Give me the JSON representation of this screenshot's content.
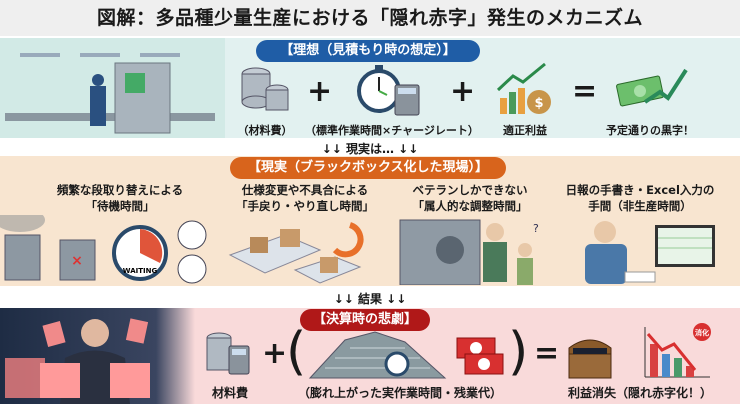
{
  "title": "図解：多品種少量生産における「隠れ赤字」発生のメカニズム",
  "ideal": {
    "heading": "【理想（見積もり時の想定）】",
    "items": [
      "（材料費）",
      "（標準作業時間×チャージレート）",
      "適正利益",
      "予定通りの黒字！"
    ],
    "operators": [
      "+",
      "+",
      "="
    ]
  },
  "transition1": "↓↓ 現実は… ↓↓",
  "reality": {
    "heading": "【現実（ブラックボックス化した現場）】",
    "causes": [
      {
        "line1": "頻繁な段取り替えによる",
        "line2": "「待機時間」"
      },
      {
        "line1": "仕様変更や不具合による",
        "line2": "「手戻り・やり直し時間」"
      },
      {
        "line1": "ベテランしかできない",
        "line2": "「属人的な調整時間」"
      },
      {
        "line1": "日報の手書き・Excel入力の",
        "line2": "手間（非生産時間）"
      }
    ],
    "waiting_label": "WAITING"
  },
  "transition2": "↓↓ 結果 ↓↓",
  "result": {
    "heading": "【決算時の悲劇】",
    "items": [
      "材料費",
      "（膨れ上がった実作業時間・残業代）",
      "利益消失（隠れ赤字化！）"
    ],
    "operators": [
      "+",
      "(",
      ")",
      "="
    ],
    "badge": "消化"
  },
  "colors": {
    "ideal": "#1f5da6",
    "reality": "#d8641c",
    "result": "#b01818"
  }
}
